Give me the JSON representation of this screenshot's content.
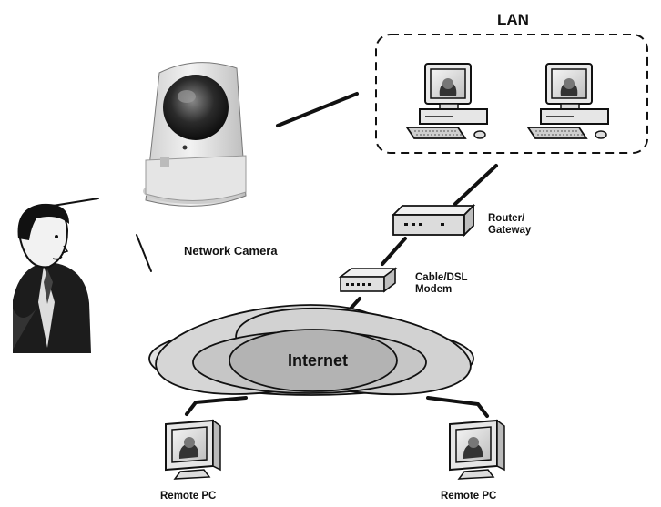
{
  "labels": {
    "lan": "LAN",
    "network_camera": "Network Camera",
    "router": [
      "Router/",
      "Gateway"
    ],
    "modem": [
      "Cable/DSL",
      "Modem"
    ],
    "internet": "Internet",
    "remote_pc_left": "Remote PC",
    "remote_pc_right": "Remote PC"
  },
  "colors": {
    "ink": "#111111",
    "cloud_fill": "#b9b9b9",
    "device_fill": "#e4e4e4",
    "camera_body": "#d9d9d9"
  }
}
